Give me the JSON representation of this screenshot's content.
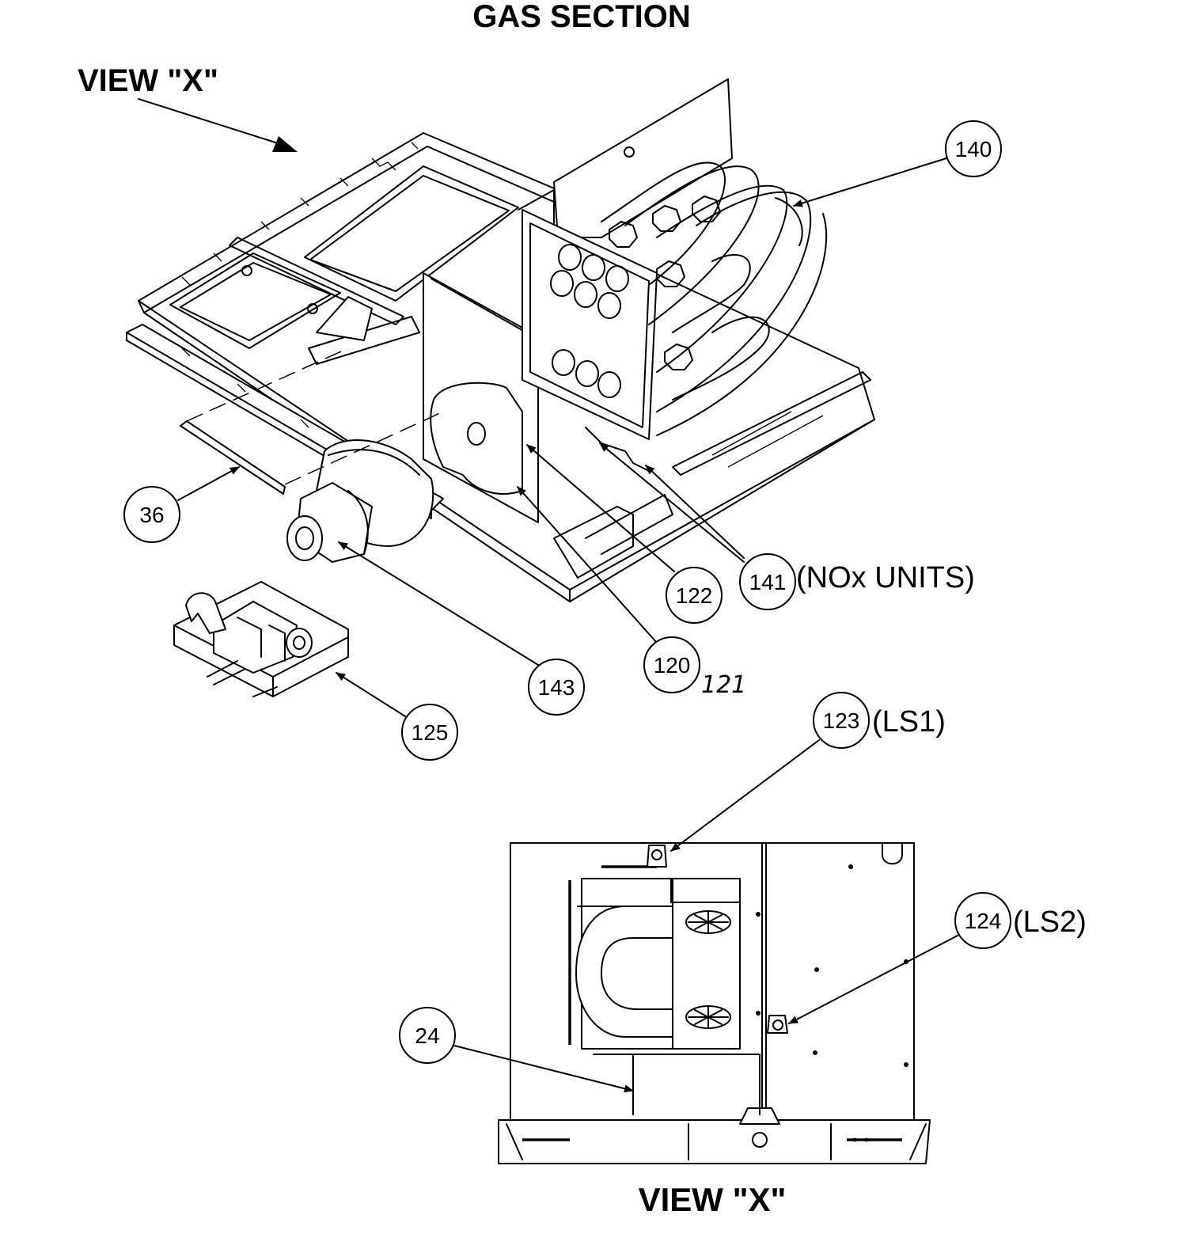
{
  "title": "GAS SECTION",
  "view_label_top": "VIEW \"X\"",
  "view_label_bottom": "VIEW \"X\"",
  "callouts": [
    {
      "id": "140",
      "note": ""
    },
    {
      "id": "36",
      "note": ""
    },
    {
      "id": "141",
      "note": "(NOx UNITS)"
    },
    {
      "id": "122",
      "note": ""
    },
    {
      "id": "120",
      "note": "121"
    },
    {
      "id": "143",
      "note": ""
    },
    {
      "id": "125",
      "note": ""
    },
    {
      "id": "123",
      "note": "(LS1)"
    },
    {
      "id": "124",
      "note": "(LS2)"
    },
    {
      "id": "24",
      "note": ""
    }
  ]
}
